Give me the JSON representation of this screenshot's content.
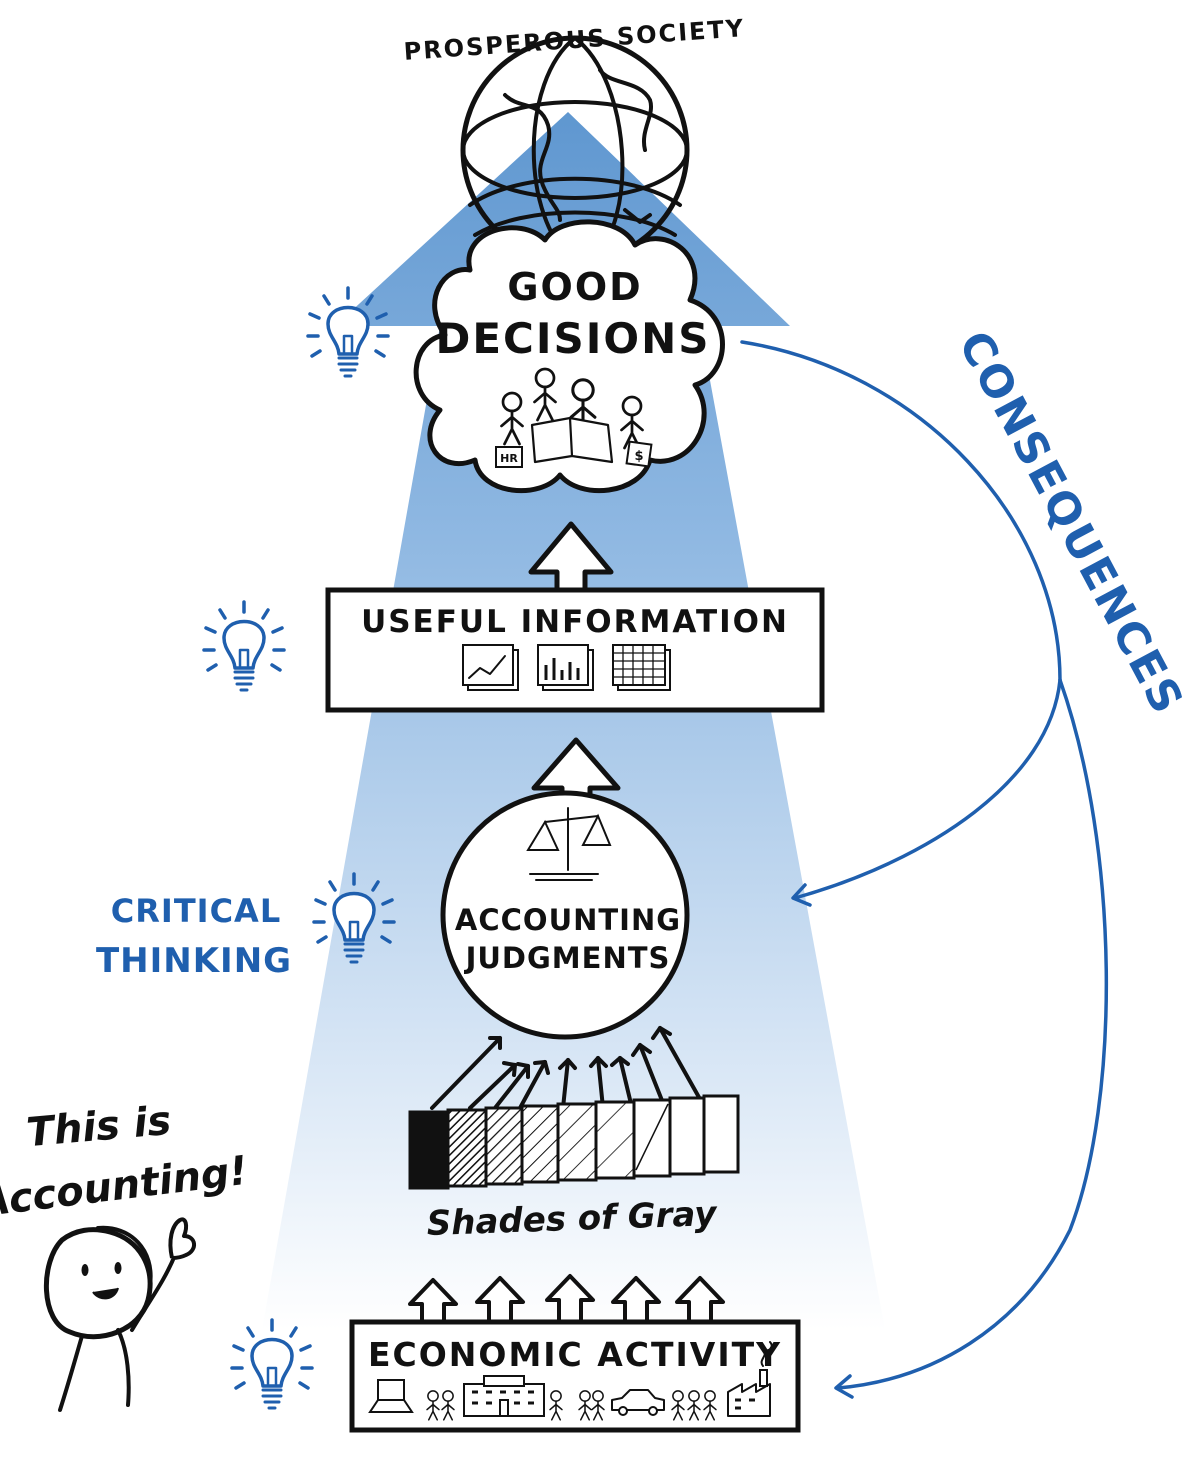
{
  "title_top": "PROSPEROUS SOCIETY",
  "nodes": {
    "good_decisions": [
      "GOOD",
      "DECISIONS"
    ],
    "useful_information": "USEFUL INFORMATION",
    "accounting_judgments": [
      "ACCOUNTING",
      "JUDGMENTS"
    ],
    "economic_activity": "ECONOMIC ACTIVITY"
  },
  "shades_label": "Shades of Gray",
  "side_labels": {
    "critical_thinking": [
      "CRITICAL",
      "THINKING"
    ],
    "consequences": "CONSEQUENCES"
  },
  "caption": [
    "This is",
    "Accounting!"
  ],
  "badges": {
    "hr": "HR",
    "dollar": "$"
  },
  "colors": {
    "accent_blue": "#1f5fae",
    "arrow_blue_top": "#6fa3d6",
    "arrow_blue_bottom": "#ffffff",
    "ink": "#111111"
  },
  "icons": [
    "globe-icon",
    "lightbulb-icon",
    "scales-icon",
    "chart-icon",
    "person-icon",
    "factory-icon",
    "car-icon",
    "laptop-icon",
    "building-icon"
  ]
}
